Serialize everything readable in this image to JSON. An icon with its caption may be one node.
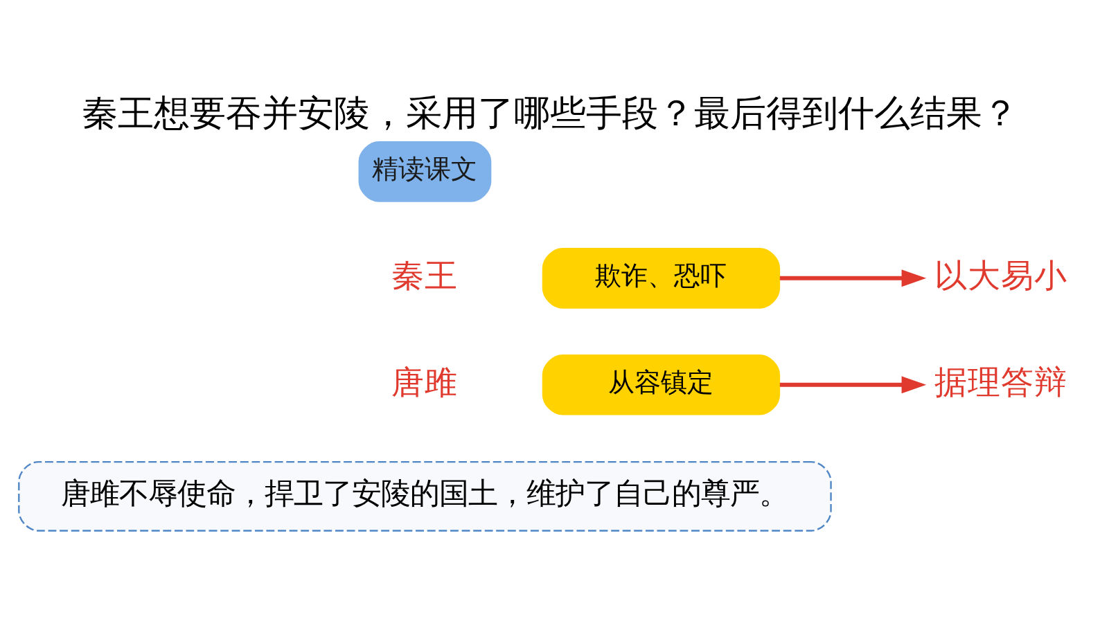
{
  "diagram": {
    "title": "秦王想要吞并安陵，采用了哪些手段？最后得到什么结果？",
    "nodes": [
      {
        "text": [
          "精读课文"
        ]
      },
      {
        "text": [
          "欺诈、恐吓"
        ]
      },
      {
        "text": [
          "以大易小"
        ]
      },
      {
        "text": [
          "从容镇定"
        ]
      },
      {
        "text": [
          "据理答辩"
        ]
      },
      {
        "text": [
          "唐雎不辱使命，捍卫了安陵的国土，维护了自己的尊严。"
        ]
      }
    ],
    "edges": [
      {
        "from": 1,
        "to": 2,
        "arrow": "to"
      },
      {
        "from": 3,
        "to": 4,
        "arrow": "to"
      }
    ],
    "labels": [
      "秦王",
      "唐雎"
    ]
  }
}
